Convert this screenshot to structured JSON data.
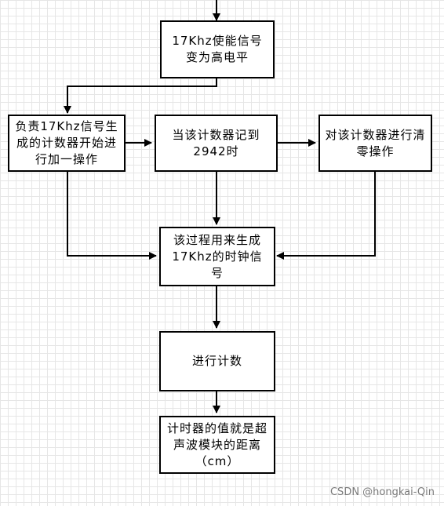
{
  "nodes": {
    "enable": {
      "label": "17Khz使能信号变为高电平"
    },
    "counter": {
      "label": "负责17Khz信号生成的计数器开始进行加一操作"
    },
    "reach": {
      "label": "当该计数器记到2942时"
    },
    "clear": {
      "label": "对该计数器进行清零操作"
    },
    "clock": {
      "label": "该过程用来生成17Khz的时钟信号"
    },
    "count": {
      "label": "进行计数"
    },
    "distance": {
      "label": "计时器的值就是超声波模块的距离（cm）"
    }
  },
  "watermark": "CSDN @hongkai-Qin",
  "colors": {
    "stroke": "#000000",
    "grid": "#e6e6e6",
    "watermark": "#7a7a7a"
  }
}
